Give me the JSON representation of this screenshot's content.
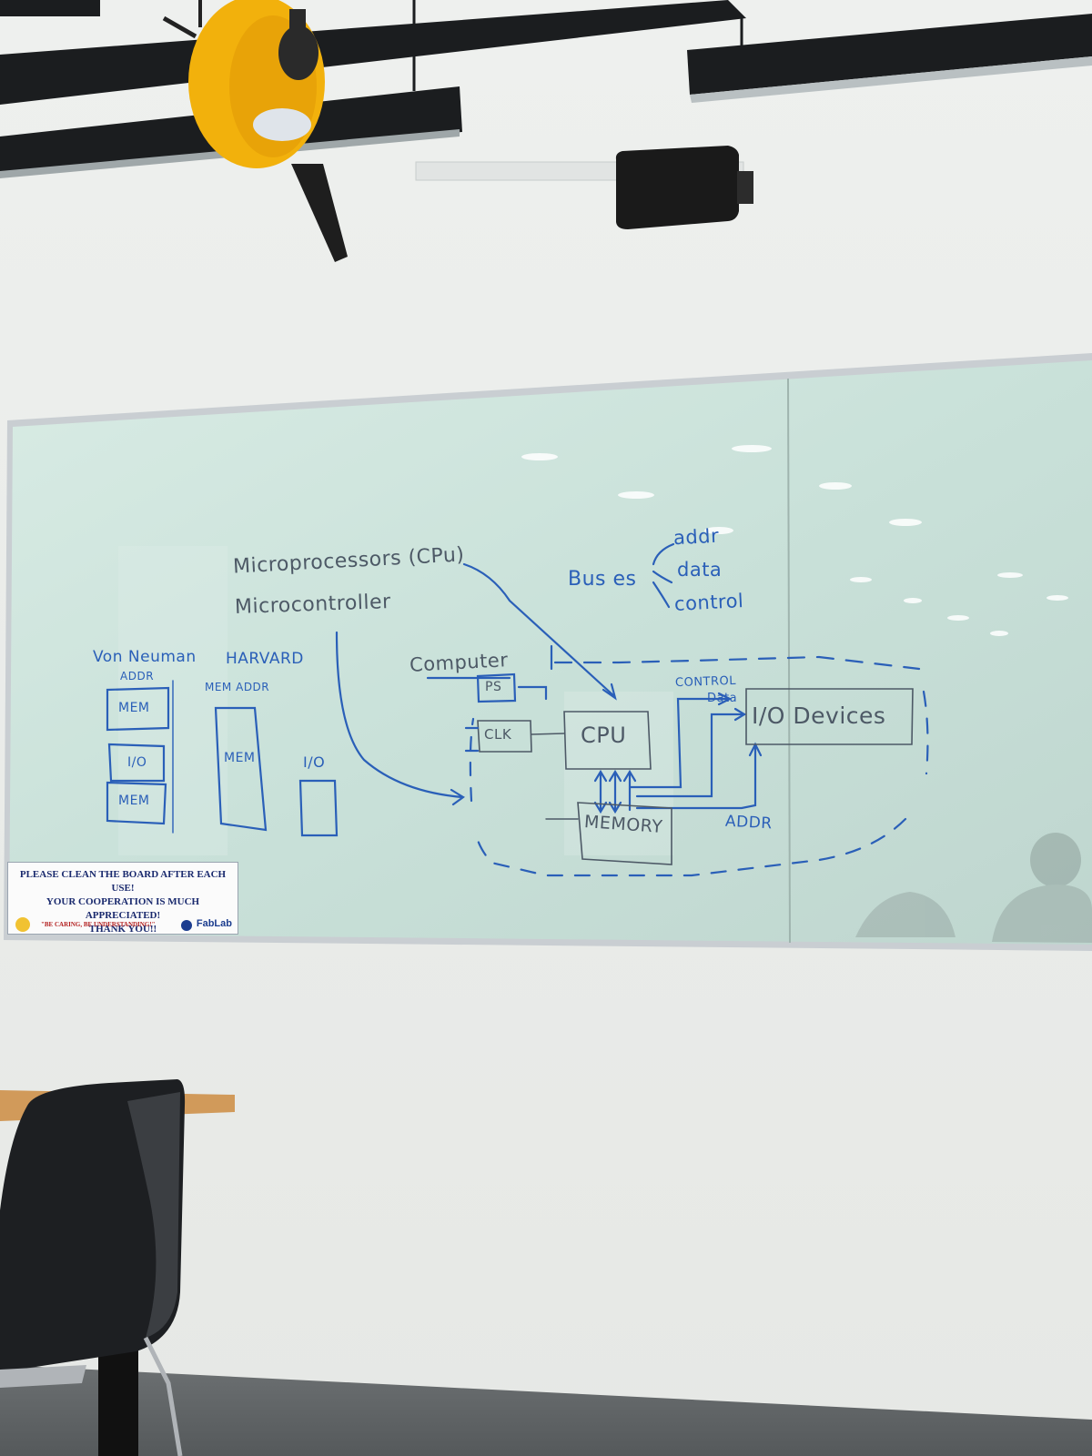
{
  "board": {
    "left_column": [
      "Microprocessors (CPu)",
      "Microcontroller"
    ],
    "buses": {
      "title": "Bus es",
      "items": [
        "addr",
        "data",
        "control"
      ]
    },
    "architectures": {
      "von_neumann": {
        "title": "Von Neuman",
        "addr": "ADDR",
        "blocks": [
          "MEM",
          "I/O",
          "MEM"
        ]
      },
      "harvard": {
        "title": "HARVARD",
        "addr": "MEM ADDR",
        "blocks": [
          "MEM",
          "I/O"
        ]
      }
    },
    "computer": {
      "label": "Computer",
      "ps": "PS",
      "clk": "CLK",
      "cpu": "CPU",
      "memory": "MEMORY",
      "io": "I/O Devices",
      "control": "CONTROL",
      "data": "Data",
      "addr": "ADDR"
    }
  },
  "notice": {
    "lines": [
      "PLEASE CLEAN THE BOARD AFTER EACH USE!",
      "YOUR COOPERATION IS MUCH APPRECIATED!",
      "THANK YOU!!"
    ],
    "tagline": "\"BE CARING, BE UNDERSTANDING!\"",
    "brand": "FabLab"
  },
  "colors": {
    "marker_blue": "#2a5fb8",
    "board_glass": "#cfe3dc",
    "wall": "#e9ebe7",
    "ceiling_beam": "#1b1d1f",
    "reel_yellow": "#f2b10c"
  },
  "icons": [
    "cable-reel-icon",
    "speaker-icon",
    "chair-icon"
  ]
}
